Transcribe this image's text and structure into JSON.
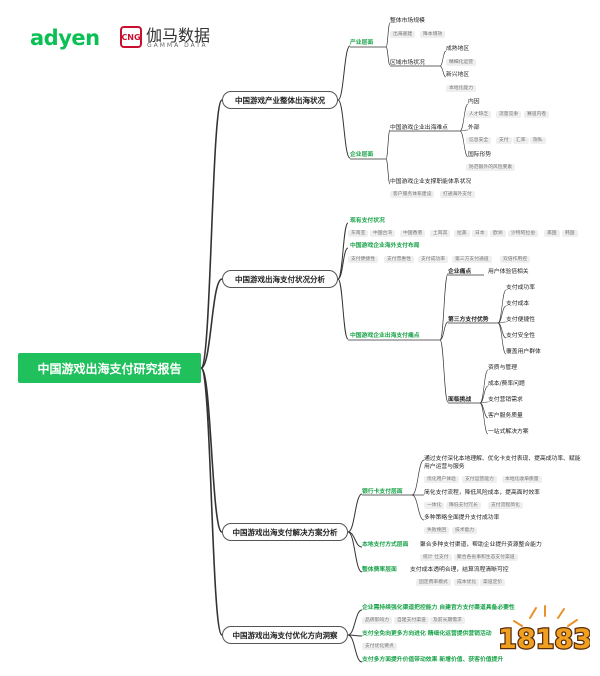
{
  "logos": {
    "adyen": "adyen",
    "gamma_badge": "CNG",
    "gamma_name": "伽马数据",
    "gamma_sub": "GAMMA DATA",
    "site_brand": "18183"
  },
  "root": {
    "label": "中国游戏出海支付研究报告"
  },
  "branches": [
    {
      "label": "中国游戏产业整体出海状况",
      "children": [
        {
          "label": "产业层面",
          "children": [
            {
              "label": "整体市场规模",
              "tags": [
                "出海基建",
                "降本增效"
              ]
            },
            {
              "label": "区域市场状况",
              "children": [
                {
                  "label": "成熟地区",
                  "tags": [
                    "精细化运营"
                  ]
                },
                {
                  "label": "新兴地区",
                  "tags": [
                    "本地化能力"
                  ]
                }
              ]
            }
          ]
        },
        {
          "label": "企业层面",
          "children": [
            {
              "label": "中国游戏企业出海难点",
              "children": [
                {
                  "label": "内因",
                  "tags": [
                    "人才缺乏",
                    "流量竞争",
                    "赛道内卷"
                  ]
                },
                {
                  "label": "外部",
                  "tags": [
                    "信息安全",
                    "支付",
                    "汇率",
                    "隐私"
                  ]
                },
                {
                  "label": "国际形势",
                  "tags": [
                    "防范额外的风险要素"
                  ]
                }
              ]
            },
            {
              "label": "中国游戏企业支撑职能体系状况",
              "tags": [
                "客户服务体系建设",
                "打通海外支付"
              ]
            }
          ]
        }
      ]
    },
    {
      "label": "中国游戏出海支付状况分析",
      "children": [
        {
          "label": "现有支付状况",
          "tags": [
            "东南亚",
            "中国台湾",
            "中国香港",
            "土耳其",
            "拉美",
            "日本",
            "欧洲",
            "沙特阿拉伯",
            "美国",
            "韩国"
          ]
        },
        {
          "label": "中国游戏企业海外支付布局",
          "tags": [
            "支付便捷性",
            "支付普惠性",
            "支付成功率",
            "第三方支付通道",
            "双倍作用控"
          ]
        },
        {
          "label": "中国游戏企业出海支付痛点",
          "children": [
            {
              "label": "企业痛点",
              "children": [
                {
                  "label": "用户体验倍相关"
                }
              ]
            },
            {
              "label": "第三方支付优势",
              "children": [
                {
                  "label": "支付成功率"
                },
                {
                  "label": "支付成本"
                },
                {
                  "label": "支付便捷性"
                },
                {
                  "label": "支付安全性"
                },
                {
                  "label": "覆盖用户群体"
                }
              ]
            },
            {
              "label": "面临挑战",
              "children": [
                {
                  "label": "资质与管理"
                },
                {
                  "label": "成本/费率问题"
                },
                {
                  "label": "支付营销需求"
                },
                {
                  "label": "客户服务质量"
                },
                {
                  "label": "一站式解决方案"
                }
              ]
            }
          ]
        }
      ]
    },
    {
      "label": "中国游戏出海支付解决方案分析",
      "children": [
        {
          "label": "银行卡支付层面",
          "children": [
            {
              "label": "通过支付深化本地理解、优化卡支付表现、提高成功率、赋能用户运营与服务",
              "tags": [
                "优化用户体验",
                "支付运营能力",
                "本地化收单质量"
              ]
            },
            {
              "label": "简化支付流程，降低风险成本，提高面时效率",
              "tags": [
                "一体化",
                "降低支付冗长",
                "支付流程简化"
              ]
            },
            {
              "label": "多种策略全面提升支付成功率",
              "tags": [
                "失败挽回",
                "技术能力"
              ]
            }
          ]
        },
        {
          "label": "本地支付方式层面",
          "children": [
            {
              "label": "聚合多种支付渠道，帮助企业提升资源整合能力",
              "tags": [
                "统计 仕支付",
                "聚合各省事和生态支付渠道"
              ]
            }
          ]
        },
        {
          "label": "整体费率层面",
          "children": [
            {
              "label": "支付成本透明合理，结算流程清晰可控",
              "tags": [
                "固定费率模式",
                "成本优化",
                "渠道定价"
              ]
            }
          ]
        }
      ]
    },
    {
      "label": "中国游戏出海支付优化方向洞察",
      "children": [
        {
          "label": "企业需持续强化渠道把控能力 自建官方支付渠道具备必要性",
          "tags": [
            "品牌影响力",
            "自建支付渠道",
            "及前长期需求"
          ]
        },
        {
          "label": "支付全免向更多方向进化 精细化运营提供营销活动",
          "tags": [
            "支付优化要点"
          ]
        },
        {
          "label": "支付多方面提升价值带动效果 新增价值、获客价值提升"
        }
      ]
    }
  ]
}
